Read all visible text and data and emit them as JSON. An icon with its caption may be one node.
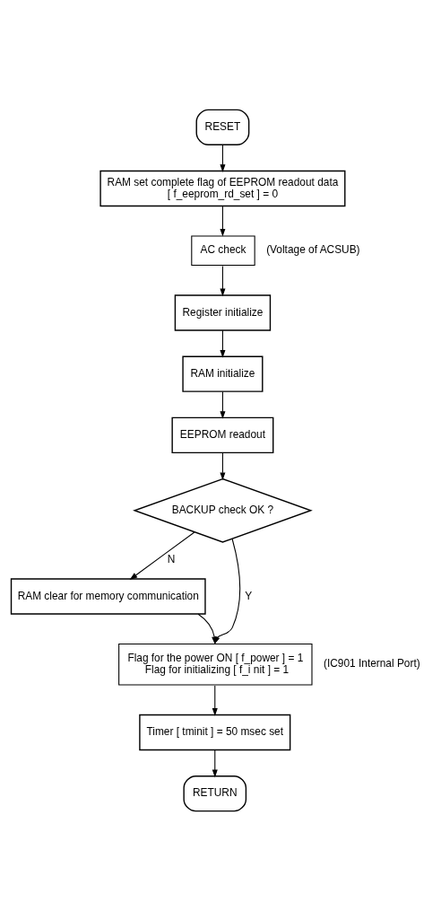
{
  "diagram": {
    "nodes": [
      {
        "text": [
          "RESET"
        ]
      },
      {
        "text": [
          "RAM set complete flag of EEPROM readout data",
          "[ f_eeprom_rd_set ] = 0"
        ]
      },
      {
        "text": [
          "AC check"
        ],
        "beside": [
          "(Voltage of ACSUB)"
        ]
      },
      {
        "text": [
          "Register initialize"
        ]
      },
      {
        "text": [
          "RAM initialize"
        ]
      },
      {
        "text": [
          "EEPROM readout"
        ]
      },
      {
        "text": [
          "BACKUP check OK ?"
        ]
      },
      {
        "text": [
          "RAM clear for memory communication"
        ]
      },
      {
        "text": [
          "Flag for the power ON [ f_power ] = 1",
          "Flag for initializing [ f_i nit ] = 1"
        ],
        "beside": [
          "(IC901 Internal Port)"
        ]
      },
      {
        "text": [
          "Timer [ tminit ] = 50 msec set"
        ]
      },
      {
        "text": [
          "RETURN"
        ]
      }
    ],
    "edges": [
      {
        "from": 0,
        "to": 1,
        "arrow": "to"
      },
      {
        "from": 1,
        "to": 2,
        "arrow": "to"
      },
      {
        "from": 2,
        "to": 3,
        "arrow": "to"
      },
      {
        "from": 3,
        "to": 4,
        "arrow": "to"
      },
      {
        "from": 4,
        "to": 5,
        "arrow": "to"
      },
      {
        "from": 5,
        "to": 6,
        "arrow": "to"
      },
      {
        "from": 6,
        "to": 8,
        "label": "Y",
        "arrow": "to"
      },
      {
        "from": 6,
        "to": 7,
        "label": "N",
        "arrow": "to"
      },
      {
        "from": 7,
        "to": 8,
        "arrow": "to"
      },
      {
        "from": 8,
        "to": 9,
        "arrow": "to"
      },
      {
        "from": 9,
        "to": 10,
        "arrow": "to"
      }
    ]
  }
}
